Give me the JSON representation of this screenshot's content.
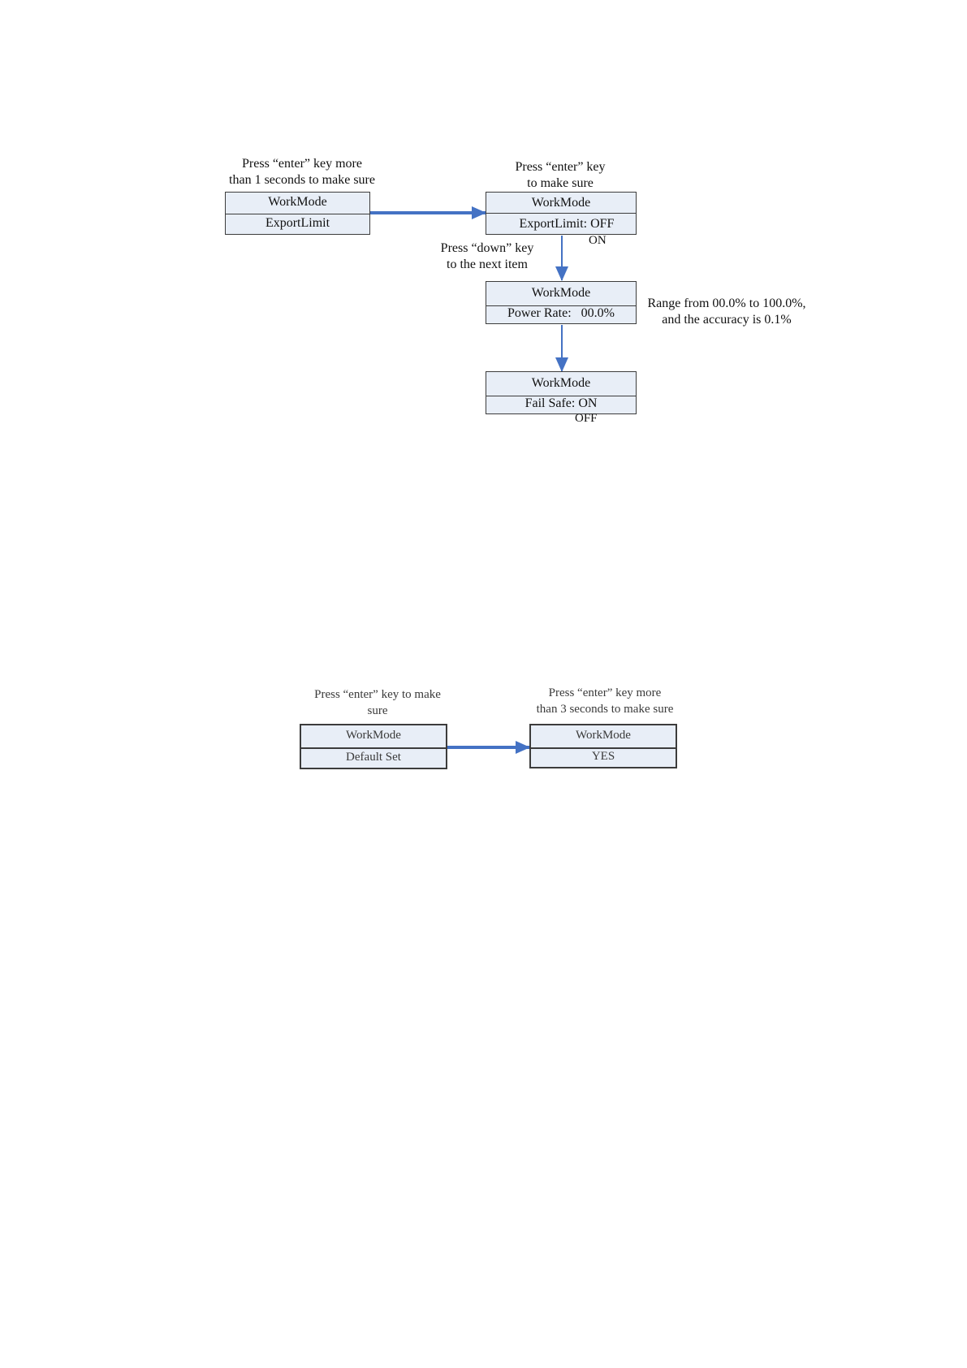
{
  "diagram1": {
    "note_enter_long": [
      "Press “enter” key more",
      "than 1 seconds to make sure"
    ],
    "note_enter": [
      "Press “enter” key",
      "to make sure"
    ],
    "note_down": [
      "Press “down” key",
      "to the next item"
    ],
    "note_range": [
      "Range from 00.0% to 100.0%,",
      "and the accuracy is 0.1%"
    ],
    "box_start": {
      "line1": "WorkMode",
      "line2": "ExportLimit"
    },
    "box_export": {
      "line1": "WorkMode",
      "line2": "ExportLimit: OFF",
      "alt": "ON"
    },
    "box_power": {
      "line1": "WorkMode",
      "line2": "Power Rate:   00.0%"
    },
    "box_failsafe": {
      "line1": "WorkMode",
      "line2": "Fail Safe: ON",
      "alt": "OFF"
    }
  },
  "diagram2": {
    "note_enter": [
      "Press “enter” key to make",
      "sure"
    ],
    "note_enter_long": [
      "Press “enter” key more",
      "than 3 seconds to make sure"
    ],
    "box_default": {
      "line1": "WorkMode",
      "line2": "Default Set"
    },
    "box_yes": {
      "line1": "WorkMode",
      "line2": "YES"
    }
  },
  "colors": {
    "arrow": "#4472c4",
    "lcd_fill": "#e8eef7",
    "border": "#3c3c3c"
  }
}
